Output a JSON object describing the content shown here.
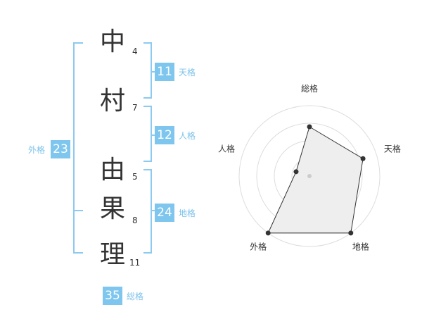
{
  "chars": [
    {
      "char": "中",
      "strokes": "4"
    },
    {
      "char": "村",
      "strokes": "7"
    },
    {
      "char": "由",
      "strokes": "5"
    },
    {
      "char": "果",
      "strokes": "8"
    },
    {
      "char": "理",
      "strokes": "11"
    }
  ],
  "fortunes": {
    "tenkaku": {
      "value": "11",
      "label": "天格"
    },
    "jinkaku": {
      "value": "12",
      "label": "人格"
    },
    "chikaku": {
      "value": "24",
      "label": "地格"
    },
    "gaikaku": {
      "value": "23",
      "label": "外格"
    },
    "soukaku": {
      "value": "35",
      "label": "総格"
    }
  },
  "colors": {
    "accent": "#7ec6ee",
    "bracket": "#8ccaf0",
    "text": "#333333",
    "radar_fill": "#eeeeee",
    "grid": "#dddddd"
  },
  "chart_data": {
    "type": "radar",
    "axes": [
      "総格",
      "天格",
      "地格",
      "外格",
      "人格"
    ],
    "values": [
      3.5,
      4,
      5,
      5,
      1
    ],
    "range": [
      0,
      5
    ],
    "rings": 4
  }
}
